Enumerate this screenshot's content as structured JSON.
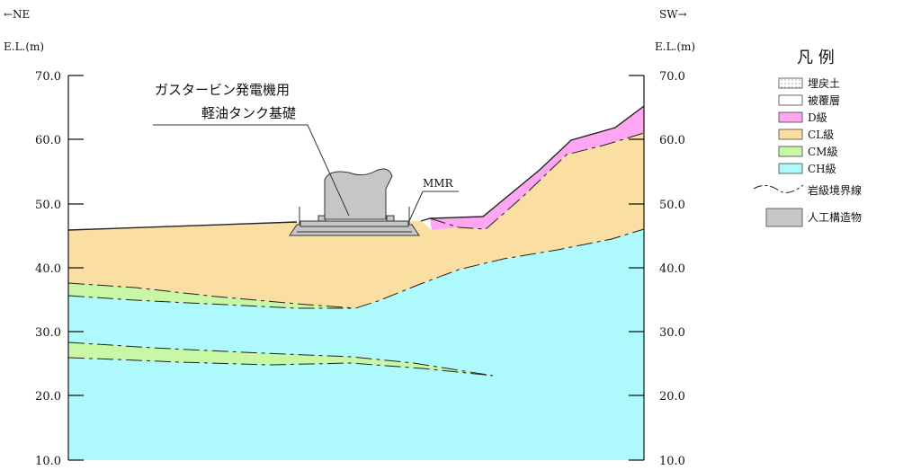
{
  "header": {
    "direction_left": "←NE",
    "direction_right": "SW→",
    "elevation_left": "E.L.(m)",
    "elevation_right": "E.L.(m)"
  },
  "axis": {
    "ticks": [
      "70.0",
      "60.0",
      "50.0",
      "40.0",
      "30.0",
      "20.0",
      "10.0"
    ]
  },
  "annotations": {
    "structure_line1": "ガスタービン発電機用",
    "structure_line2": "軽油タンク基礎",
    "mmr": "MMR"
  },
  "legend": {
    "title": "凡 例",
    "items": [
      {
        "label": "埋戻土",
        "color": "#f2f2f2"
      },
      {
        "label": "被覆層",
        "color": "#ffffff"
      },
      {
        "label": "D級",
        "color": "#ffa6f2"
      },
      {
        "label": "CL級",
        "color": "#fbdfa2"
      },
      {
        "label": "CM級",
        "color": "#c8f7a6"
      },
      {
        "label": "CH級",
        "color": "#aef9fb"
      },
      {
        "label": "岩級境界線",
        "color": "#111111"
      },
      {
        "label": "人工構造物",
        "color": "#c6c6c6"
      }
    ]
  }
}
